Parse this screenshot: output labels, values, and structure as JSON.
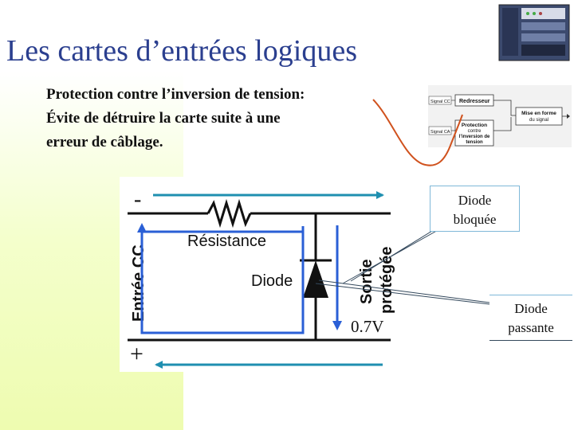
{
  "slide": {
    "title": "Les cartes d’entrées logiques",
    "body_line1": "Protection contre l’inversion de tension:",
    "body_line2": "Évite de détruire la carte suite à une",
    "body_line3": "erreur de câblage."
  },
  "circuit": {
    "minus_label": "-",
    "plus_label": "+",
    "input_label": "Entrée CC",
    "resistor_label": "Résistance",
    "diode_label": "Diode",
    "output_label_line1": "Sortie",
    "output_label_line2": "protégée",
    "voltage_label": "0.7V"
  },
  "callouts": {
    "blocked_line1": "Diode",
    "blocked_line2": "bloquée",
    "passing_line1": "Diode",
    "passing_line2": "passante"
  },
  "mini_diagram": {
    "signal_top": "Signal CC",
    "signal_bottom": "Signal CA",
    "block_rectifier": "Redresseur",
    "block_protection_line1": "Protection",
    "block_protection_line2": "contre",
    "block_protection_line3": "l’inversion de",
    "block_protection_line4": "tension",
    "block_shaping_line1": "Mise en forme",
    "block_shaping_line2": "du signal"
  },
  "colors": {
    "title": "#2b3f8f",
    "arrows": "#1f8fb0",
    "flow_arrow": "#2a5fd6",
    "pointer_curve": "#d0521e",
    "callout_border": "#7fb8d8"
  }
}
